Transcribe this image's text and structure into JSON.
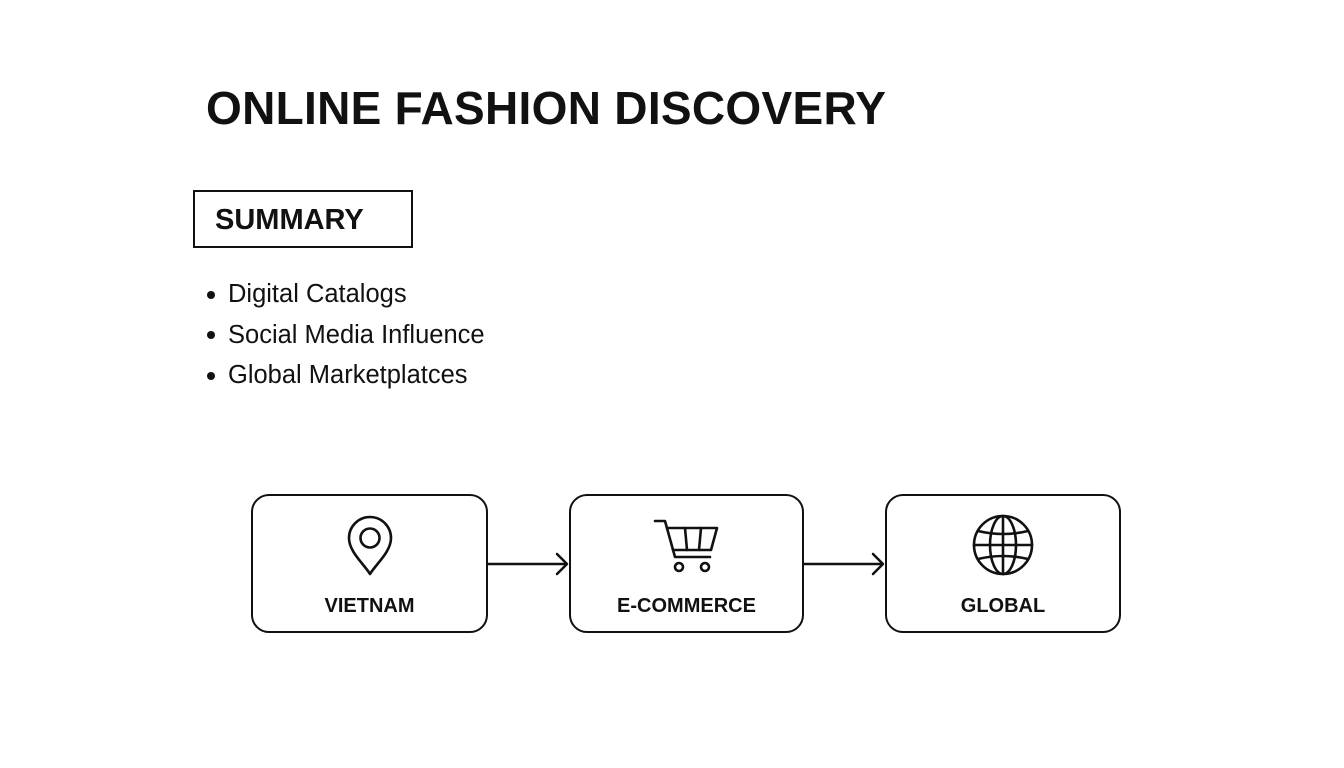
{
  "title": "ONLINE FASHION DISCOVERY",
  "summary": {
    "heading": "SUMMARY",
    "items": [
      "Digital Catalogs",
      "Social Media Influence",
      "Global Marketplatces"
    ]
  },
  "flow": {
    "nodes": [
      {
        "label": "VIETNAM",
        "icon": "map-pin-icon"
      },
      {
        "label": "E-COMMERCE",
        "icon": "shopping-cart-icon"
      },
      {
        "label": "GLOBAL",
        "icon": "globe-icon"
      }
    ],
    "edges": [
      {
        "from": "VIETNAM",
        "to": "E-COMMERCE"
      },
      {
        "from": "E-COMMERCE",
        "to": "GLOBAL"
      }
    ]
  },
  "colors": {
    "ink": "#111111",
    "background": "#ffffff"
  }
}
